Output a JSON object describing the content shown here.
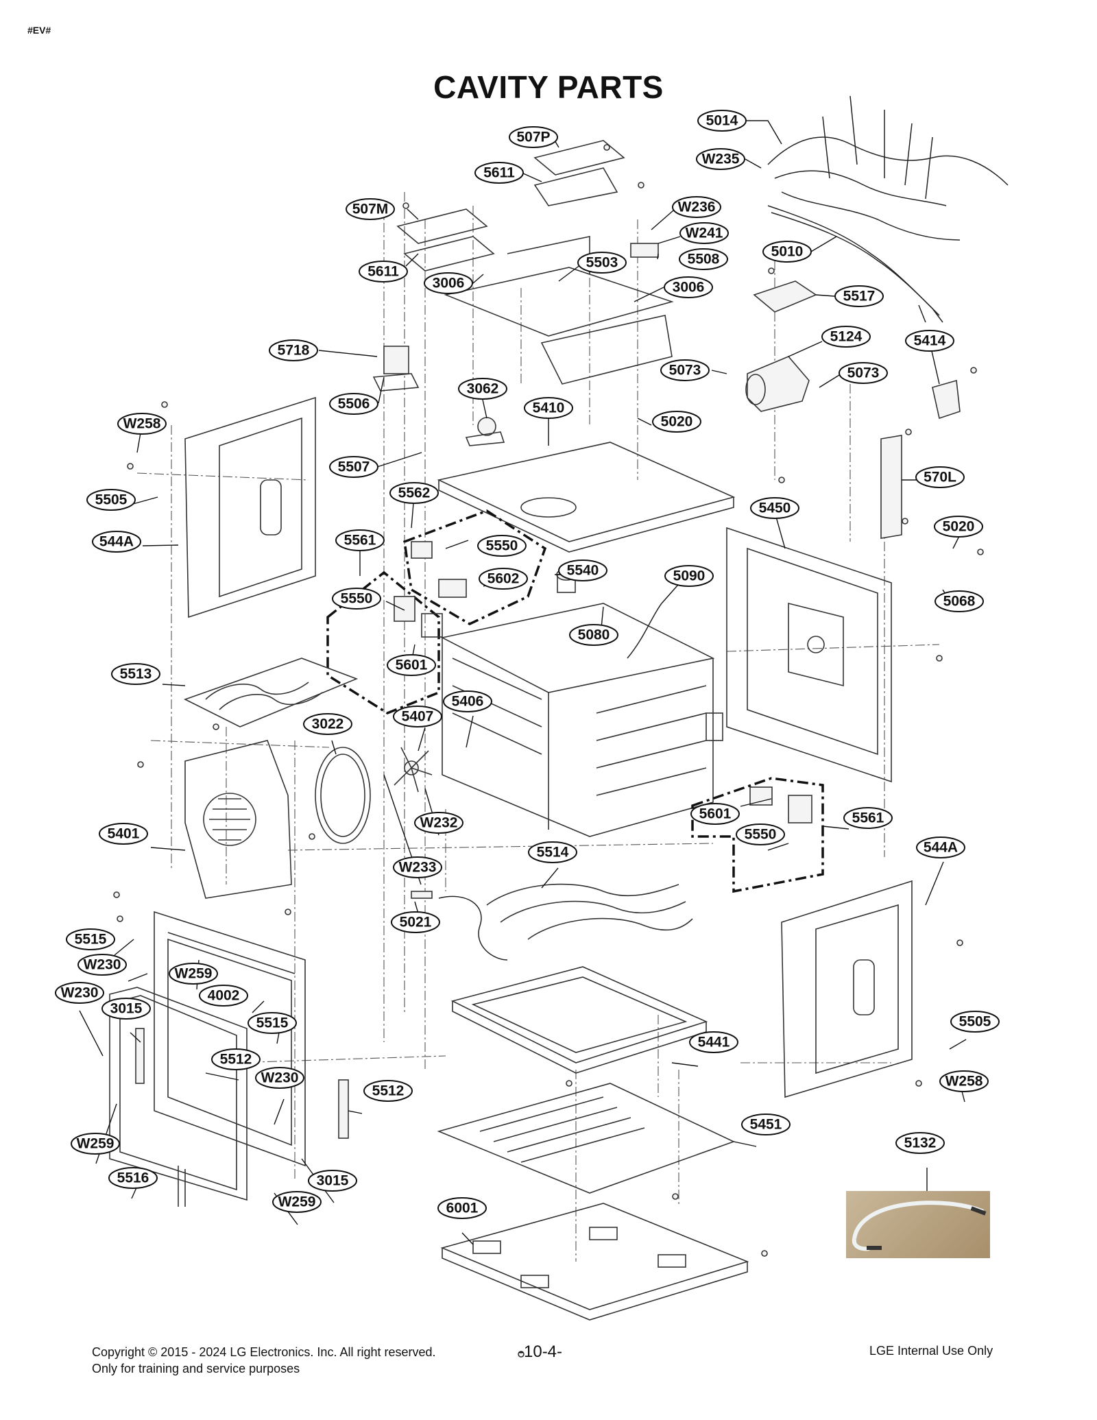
{
  "header": {
    "doc_tag": "#EV#",
    "title": "CAVITY PARTS"
  },
  "labels": [
    {
      "id": "l-5014",
      "text": "5014"
    },
    {
      "id": "l-507P",
      "text": "507P"
    },
    {
      "id": "l-W235",
      "text": "W235"
    },
    {
      "id": "l-5611a",
      "text": "5611"
    },
    {
      "id": "l-W236",
      "text": "W236"
    },
    {
      "id": "l-507M",
      "text": "507M"
    },
    {
      "id": "l-W241",
      "text": "W241"
    },
    {
      "id": "l-5010",
      "text": "5010"
    },
    {
      "id": "l-5508",
      "text": "5508"
    },
    {
      "id": "l-5611b",
      "text": "5611"
    },
    {
      "id": "l-5503",
      "text": "5503"
    },
    {
      "id": "l-3006a",
      "text": "3006"
    },
    {
      "id": "l-3006b",
      "text": "3006"
    },
    {
      "id": "l-5517",
      "text": "5517"
    },
    {
      "id": "l-5718",
      "text": "5718"
    },
    {
      "id": "l-5124",
      "text": "5124"
    },
    {
      "id": "l-5414",
      "text": "5414"
    },
    {
      "id": "l-5073a",
      "text": "5073"
    },
    {
      "id": "l-5073b",
      "text": "5073"
    },
    {
      "id": "l-3062",
      "text": "3062"
    },
    {
      "id": "l-5506",
      "text": "5506"
    },
    {
      "id": "l-5410",
      "text": "5410"
    },
    {
      "id": "l-5020a",
      "text": "5020"
    },
    {
      "id": "l-W258a",
      "text": "W258"
    },
    {
      "id": "l-5507",
      "text": "5507"
    },
    {
      "id": "l-570L",
      "text": "570L"
    },
    {
      "id": "l-5562",
      "text": "5562"
    },
    {
      "id": "l-5505a",
      "text": "5505"
    },
    {
      "id": "l-5450",
      "text": "5450"
    },
    {
      "id": "l-5020b",
      "text": "5020"
    },
    {
      "id": "l-5561a",
      "text": "5561"
    },
    {
      "id": "l-5550a",
      "text": "5550"
    },
    {
      "id": "l-544Aa",
      "text": "544A"
    },
    {
      "id": "l-5540",
      "text": "5540"
    },
    {
      "id": "l-5602",
      "text": "5602"
    },
    {
      "id": "l-5090",
      "text": "5090"
    },
    {
      "id": "l-5550b",
      "text": "5550"
    },
    {
      "id": "l-5068",
      "text": "5068"
    },
    {
      "id": "l-5080",
      "text": "5080"
    },
    {
      "id": "l-5601a",
      "text": "5601"
    },
    {
      "id": "l-5513",
      "text": "5513"
    },
    {
      "id": "l-5406",
      "text": "5406"
    },
    {
      "id": "l-5407",
      "text": "5407"
    },
    {
      "id": "l-3022",
      "text": "3022"
    },
    {
      "id": "l-5601b",
      "text": "5601"
    },
    {
      "id": "l-5561b",
      "text": "5561"
    },
    {
      "id": "l-W232",
      "text": "W232"
    },
    {
      "id": "l-5401",
      "text": "5401"
    },
    {
      "id": "l-5550c",
      "text": "5550"
    },
    {
      "id": "l-544Ab",
      "text": "544A"
    },
    {
      "id": "l-5514",
      "text": "5514"
    },
    {
      "id": "l-W233",
      "text": "W233"
    },
    {
      "id": "l-5021",
      "text": "5021"
    },
    {
      "id": "l-5515a",
      "text": "5515"
    },
    {
      "id": "l-W230a",
      "text": "W230"
    },
    {
      "id": "l-W259a",
      "text": "W259"
    },
    {
      "id": "l-4002",
      "text": "4002"
    },
    {
      "id": "l-W230b",
      "text": "W230"
    },
    {
      "id": "l-3015a",
      "text": "3015"
    },
    {
      "id": "l-5515b",
      "text": "5515"
    },
    {
      "id": "l-5505b",
      "text": "5505"
    },
    {
      "id": "l-5441",
      "text": "5441"
    },
    {
      "id": "l-5512a",
      "text": "5512"
    },
    {
      "id": "l-W230c",
      "text": "W230"
    },
    {
      "id": "l-W258b",
      "text": "W258"
    },
    {
      "id": "l-5512b",
      "text": "5512"
    },
    {
      "id": "l-5451",
      "text": "5451"
    },
    {
      "id": "l-W259b",
      "text": "W259"
    },
    {
      "id": "l-5132",
      "text": "5132"
    },
    {
      "id": "l-5516",
      "text": "5516"
    },
    {
      "id": "l-3015b",
      "text": "3015"
    },
    {
      "id": "l-W259c",
      "text": "W259"
    },
    {
      "id": "l-6001",
      "text": "6001"
    }
  ],
  "footer": {
    "copyright_line1": "Copyright © 2015 - 2024 LG Electronics. Inc. All right reserved.",
    "copyright_line2": "Only for training and service purposes",
    "page_number": "-10-4-",
    "internal": "LGE Internal Use Only"
  }
}
